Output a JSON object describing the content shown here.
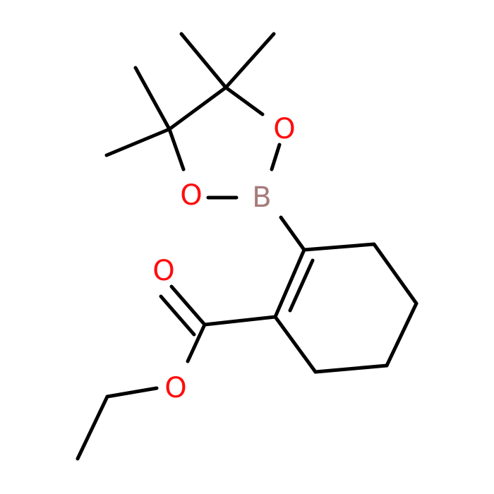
{
  "colors": {
    "background": "#ffffff",
    "bond": "#000000",
    "oxygen": "#ff0d0d",
    "boron": "#a67b7b"
  },
  "atoms": {
    "O_ring_upper": "O",
    "O_ring_lower": "O",
    "B": "B",
    "O_carbonyl": "O",
    "O_ester": "O"
  }
}
